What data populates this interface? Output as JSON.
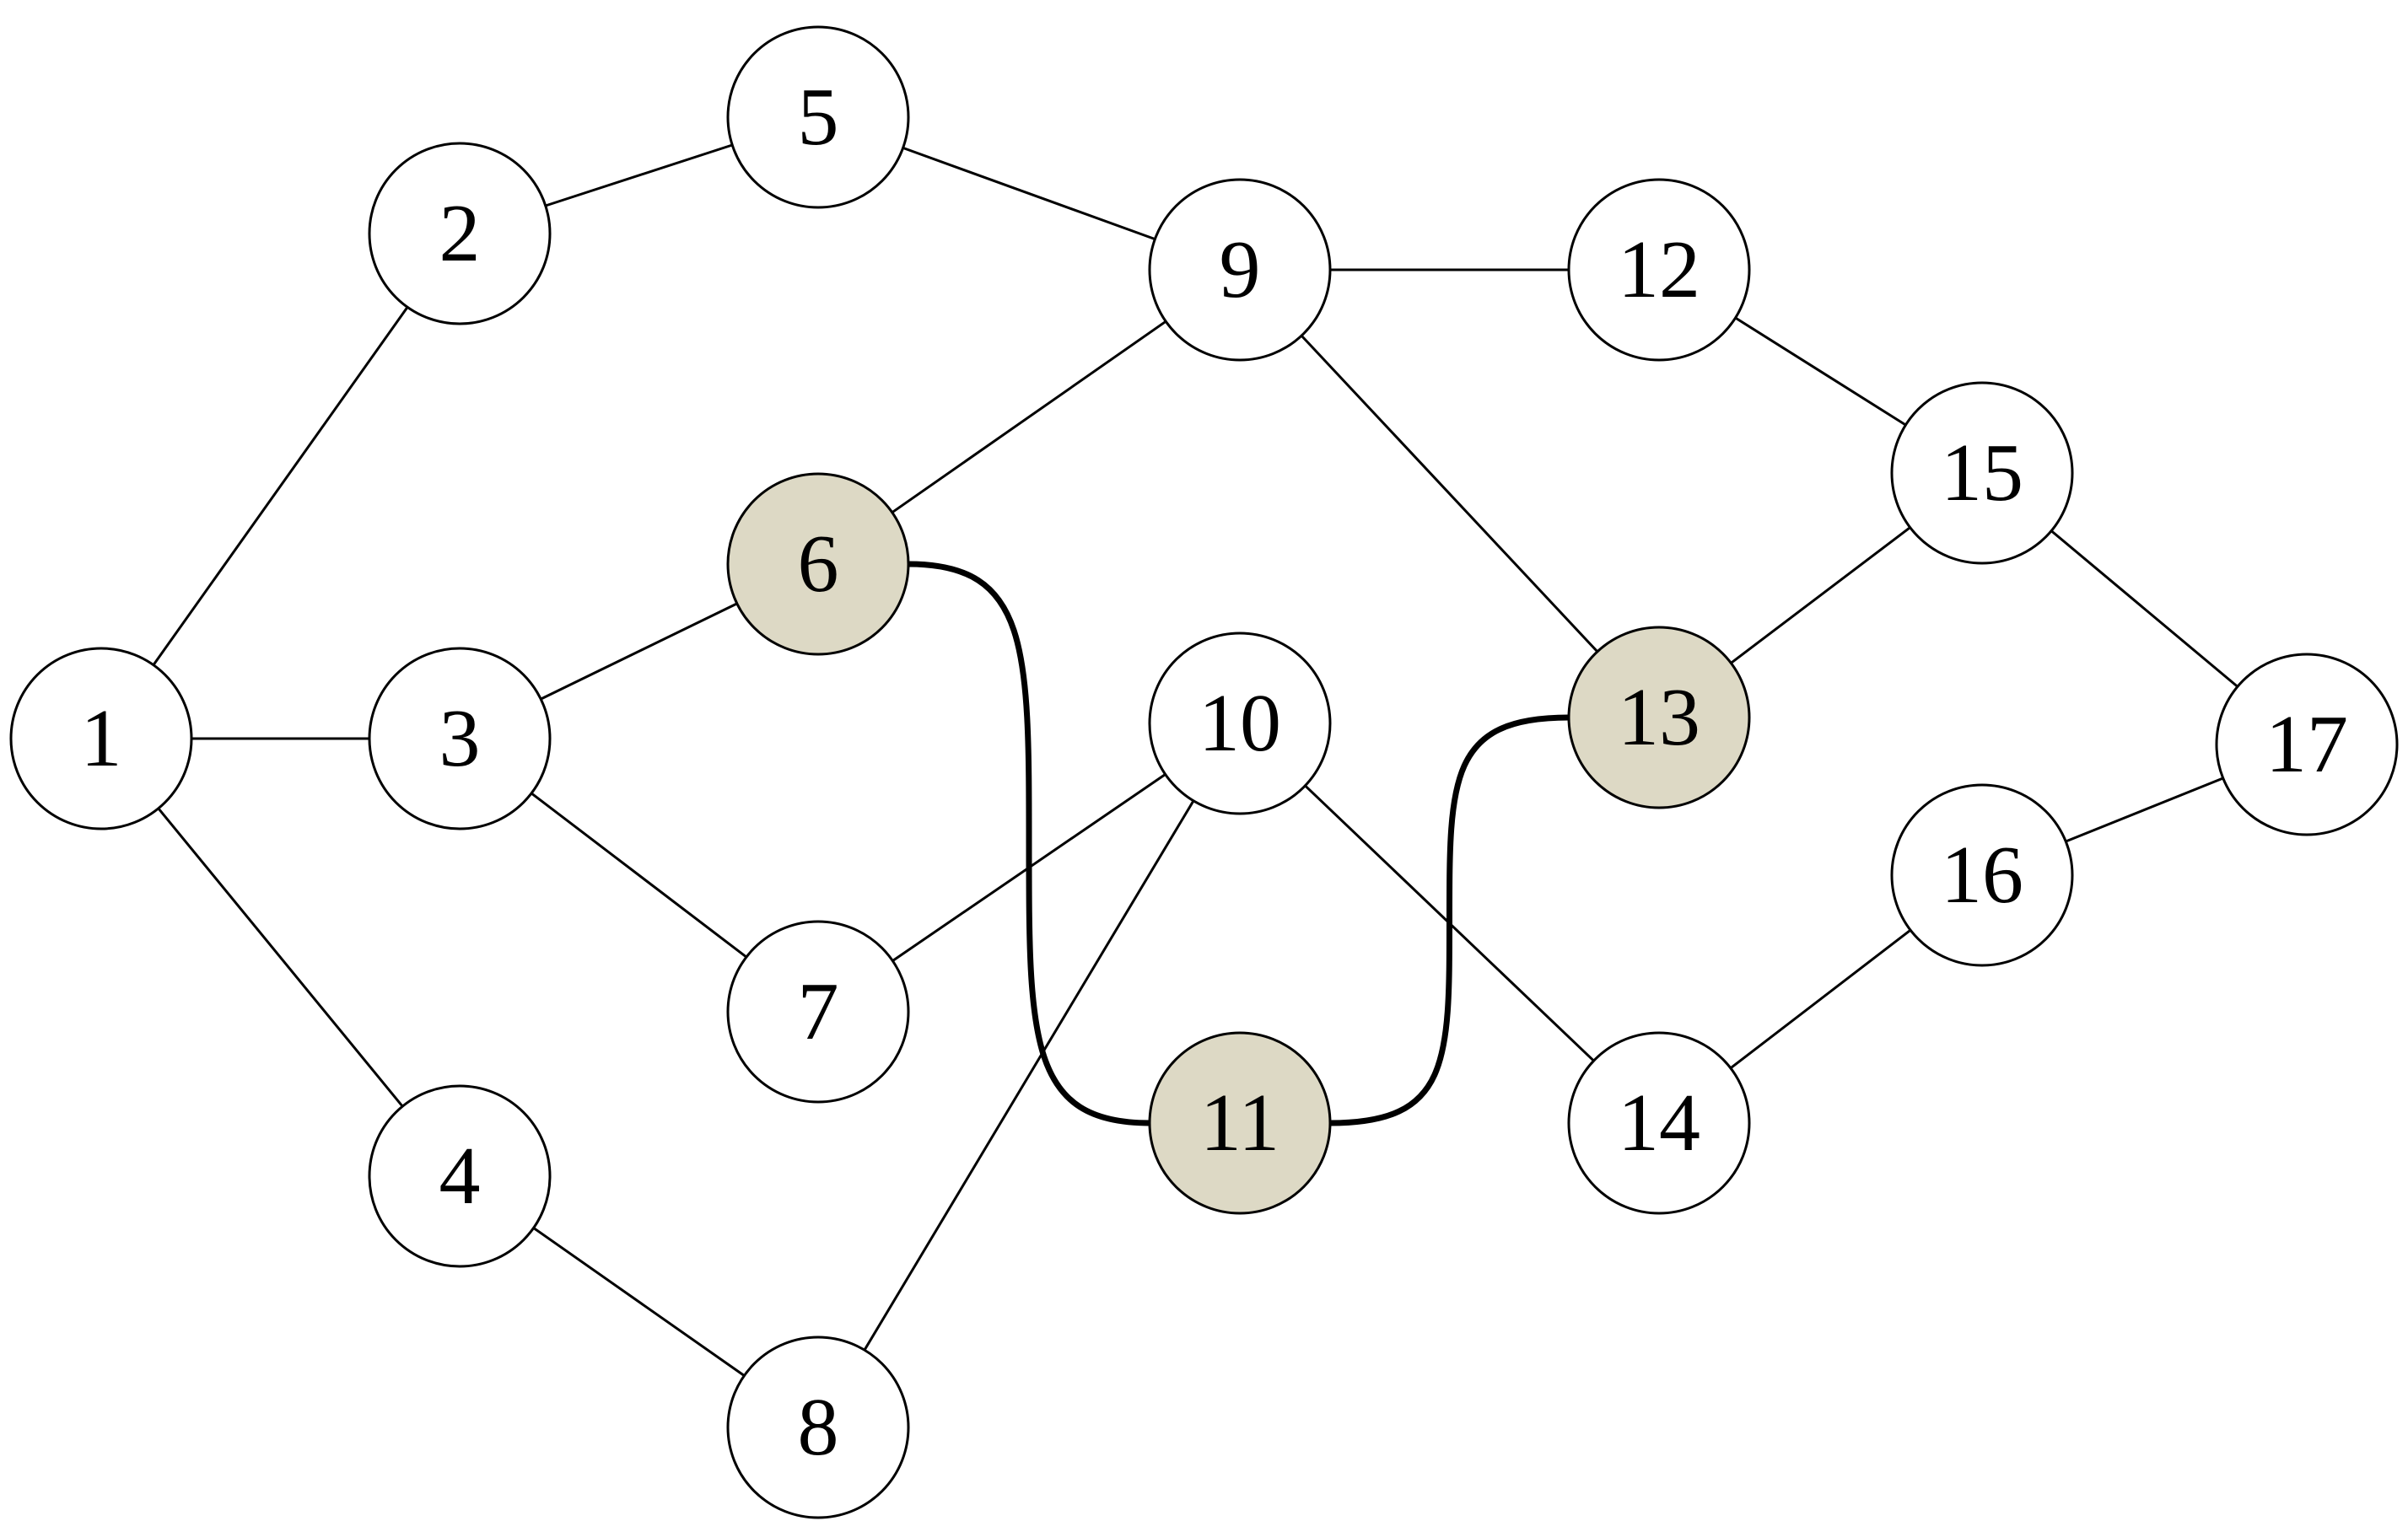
{
  "colors": {
    "node_fill": "#ffffff",
    "highlight_fill": "#ddd9c5",
    "stroke": "#000000"
  },
  "nodes": [
    {
      "id": "1",
      "label": "1",
      "highlight": false
    },
    {
      "id": "2",
      "label": "2",
      "highlight": false
    },
    {
      "id": "3",
      "label": "3",
      "highlight": false
    },
    {
      "id": "4",
      "label": "4",
      "highlight": false
    },
    {
      "id": "5",
      "label": "5",
      "highlight": false
    },
    {
      "id": "6",
      "label": "6",
      "highlight": true
    },
    {
      "id": "7",
      "label": "7",
      "highlight": false
    },
    {
      "id": "8",
      "label": "8",
      "highlight": false
    },
    {
      "id": "9",
      "label": "9",
      "highlight": false
    },
    {
      "id": "10",
      "label": "10",
      "highlight": false
    },
    {
      "id": "11",
      "label": "11",
      "highlight": true
    },
    {
      "id": "12",
      "label": "12",
      "highlight": false
    },
    {
      "id": "13",
      "label": "13",
      "highlight": true
    },
    {
      "id": "14",
      "label": "14",
      "highlight": false
    },
    {
      "id": "15",
      "label": "15",
      "highlight": false
    },
    {
      "id": "16",
      "label": "16",
      "highlight": false
    },
    {
      "id": "17",
      "label": "17",
      "highlight": false
    }
  ],
  "edges": [
    {
      "from": "1",
      "to": "2"
    },
    {
      "from": "1",
      "to": "3"
    },
    {
      "from": "1",
      "to": "4"
    },
    {
      "from": "2",
      "to": "5"
    },
    {
      "from": "3",
      "to": "6"
    },
    {
      "from": "3",
      "to": "7"
    },
    {
      "from": "4",
      "to": "8"
    },
    {
      "from": "5",
      "to": "9"
    },
    {
      "from": "6",
      "to": "9"
    },
    {
      "from": "7",
      "to": "10"
    },
    {
      "from": "8",
      "to": "10"
    },
    {
      "from": "9",
      "to": "12"
    },
    {
      "from": "9",
      "to": "13"
    },
    {
      "from": "10",
      "to": "14"
    },
    {
      "from": "12",
      "to": "15"
    },
    {
      "from": "13",
      "to": "15"
    },
    {
      "from": "14",
      "to": "16"
    },
    {
      "from": "15",
      "to": "17"
    },
    {
      "from": "16",
      "to": "17"
    }
  ],
  "highlighted_path": [
    "6",
    "11",
    "13"
  ]
}
